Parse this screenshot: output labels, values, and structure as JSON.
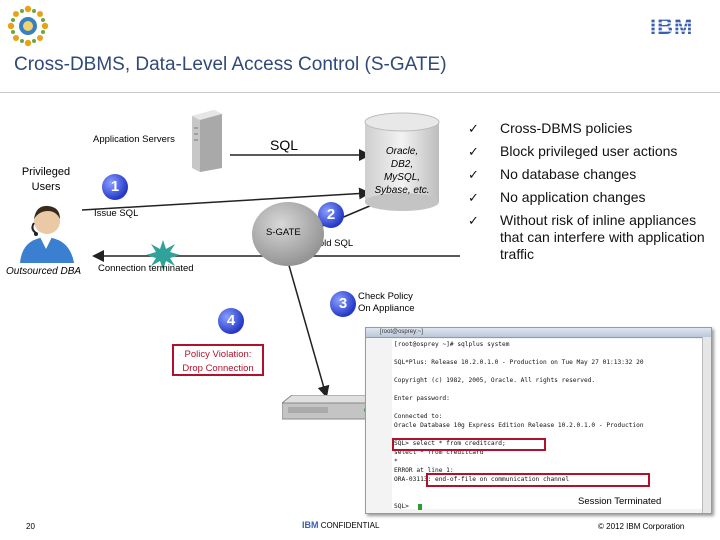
{
  "header": {
    "title": "Cross-DBMS, Data-Level Access Control (S-GATE)",
    "brand": "IBM"
  },
  "diagram": {
    "application_servers": "Application Servers",
    "sql_label": "SQL",
    "privileged_users": [
      "Privileged",
      "Users"
    ],
    "outsourced_dba": "Outsourced DBA",
    "database_lines": [
      "Oracle,",
      "DB2,",
      "MySQL,",
      "Sybase, etc."
    ],
    "issue_sql": "Issue SQL",
    "s_gate": "S-GATE",
    "hold_sql": "Hold SQL",
    "connection_terminated": "Connection terminated",
    "check_policy": [
      "Check Policy",
      "On Appliance"
    ],
    "policy_violation": [
      "Policy Violation:",
      "Drop Connection"
    ],
    "session_terminated": "Session Terminated",
    "step_numbers": [
      "1",
      "2",
      "3",
      "4"
    ]
  },
  "bullets": [
    "Cross-DBMS policies",
    "Block privileged user actions",
    "No database changes",
    "No application changes",
    "Without risk of inline appliances that can interfere with application traffic"
  ],
  "terminal": {
    "title_bar": "[root@osprey:~]",
    "lines": [
      "[root@osprey ~]# sqlplus system",
      "",
      "SQL*Plus: Release 10.2.0.1.0 - Production on Tue May 27 01:13:32 20",
      "",
      "Copyright (c) 1982, 2005, Oracle.  All rights reserved.",
      "",
      "Enter password:",
      "",
      "Connected to:",
      "Oracle Database 10g Express Edition Release 10.2.0.1.0 - Production",
      "",
      "SQL> select * from creditcard;",
      "select * from creditcard",
      "*",
      "ERROR at line 1:",
      "ORA-03113: end-of-file on communication channel",
      "",
      "",
      "SQL> "
    ]
  },
  "footer": {
    "page_number": "20",
    "ibm": "IBM",
    "confidential": "CONFIDENTIAL",
    "copyright": "© 2012 IBM Corporation"
  }
}
